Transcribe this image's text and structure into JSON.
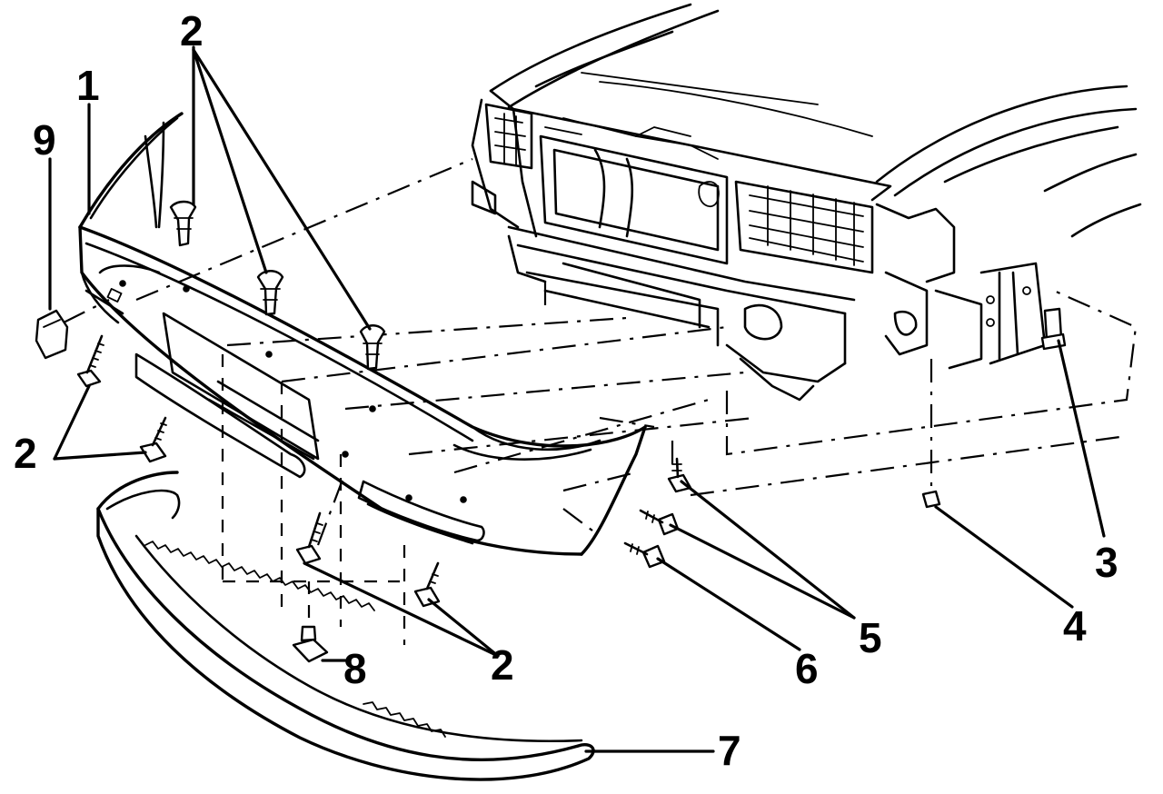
{
  "diagram": {
    "callouts": [
      {
        "id": "c1",
        "text": "1"
      },
      {
        "id": "c2a",
        "text": "2"
      },
      {
        "id": "c2b",
        "text": "2"
      },
      {
        "id": "c2c",
        "text": "2"
      },
      {
        "id": "c3",
        "text": "3"
      },
      {
        "id": "c4",
        "text": "4"
      },
      {
        "id": "c5",
        "text": "5"
      },
      {
        "id": "c6",
        "text": "6"
      },
      {
        "id": "c7",
        "text": "7"
      },
      {
        "id": "c8",
        "text": "8"
      },
      {
        "id": "c9",
        "text": "9"
      }
    ]
  }
}
